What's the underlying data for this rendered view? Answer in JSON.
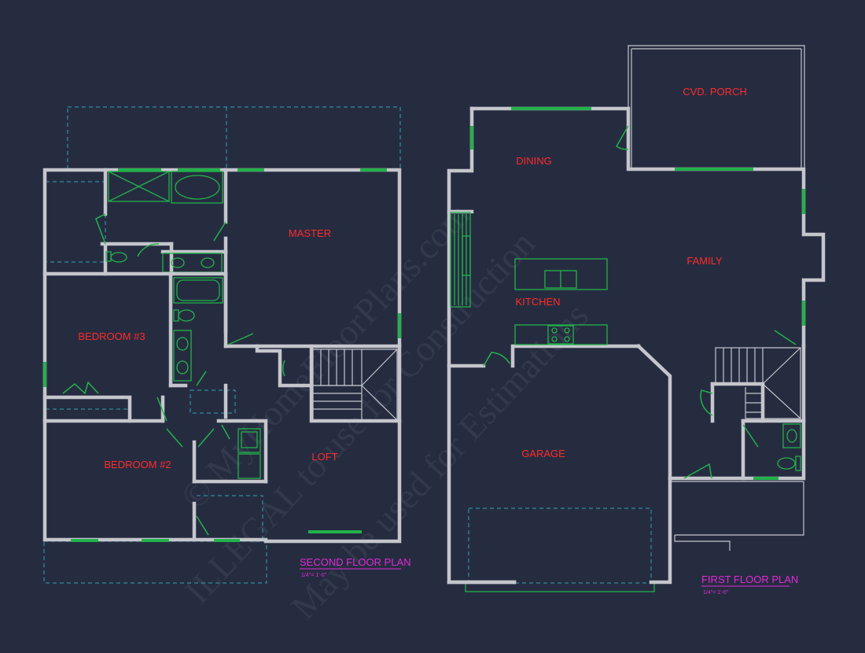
{
  "second_floor": {
    "rooms": {
      "master": "MASTER",
      "bedroom3": "BEDROOM #3",
      "bedroom2": "BEDROOM #2",
      "loft": "LOFT"
    },
    "title": "SECOND FLOOR PLAN",
    "scale": "1/4\"= 1'-0\""
  },
  "first_floor": {
    "rooms": {
      "porch": "CVD. PORCH",
      "dining": "DINING",
      "family": "FAMILY",
      "kitchen": "KITCHEN",
      "garage": "GARAGE"
    },
    "title": "FIRST FLOOR PLAN",
    "scale": "1/4\"= 1'-0\""
  },
  "watermark": {
    "line1": "© MyHomeFloorPlans.com",
    "line2": "ILLEGAL to use for Construction",
    "line3": "May be used for Estimations"
  },
  "colors": {
    "background": "#262c40",
    "walls": "#c4c6cc",
    "windows_fixtures": "#22b24a",
    "dashed_overhead": "#2fa5b4",
    "room_labels": "#ff2a2a",
    "plan_titles": "#e02ad8"
  }
}
